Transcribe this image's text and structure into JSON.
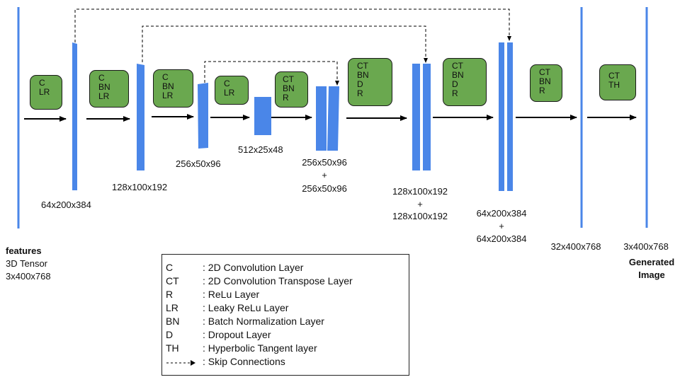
{
  "input": {
    "title": "features",
    "line2": "3D Tensor",
    "line3": "3x400x768"
  },
  "output": {
    "dim": "3x400x768",
    "line1": "Generated",
    "line2": "Image"
  },
  "blocks": [
    {
      "text": "C\nLR"
    },
    {
      "text": "C\nBN\nLR"
    },
    {
      "text": "C\nBN\nLR"
    },
    {
      "text": "C\nLR"
    },
    {
      "text": "CT\nBN\nR"
    },
    {
      "text": "CT\nBN\nD\nR"
    },
    {
      "text": "CT\nBN\nD\nR"
    },
    {
      "text": "CT\nBN\nR"
    },
    {
      "text": "CT\nTH"
    }
  ],
  "dims": {
    "d1": "64x200x384",
    "d2": "128x100x192",
    "d3": "256x50x96",
    "d4": "512x25x48",
    "d5a": "256x50x96",
    "d5b": "+",
    "d5c": "256x50x96",
    "d6a": "128x100x192",
    "d6b": "+",
    "d6c": "128x100x192",
    "d7a": "64x200x384",
    "d7b": "+",
    "d7c": "64x200x384",
    "d8": "32x400x768"
  },
  "legend": [
    {
      "abbr": "C",
      "desc": ": 2D Convolution Layer"
    },
    {
      "abbr": "CT",
      "desc": ": 2D Convolution Transpose Layer"
    },
    {
      "abbr": "R",
      "desc": ": ReLu Layer"
    },
    {
      "abbr": "LR",
      "desc": ": Leaky ReLu Layer"
    },
    {
      "abbr": "BN",
      "desc": ": Batch Normalization Layer"
    },
    {
      "abbr": "D",
      "desc": ": Dropout Layer"
    },
    {
      "abbr": "TH",
      "desc": ": Hyperbolic Tangent layer"
    },
    {
      "abbr": "",
      "desc": ": Skip Connections"
    }
  ],
  "colors": {
    "layer": "#4a86e8",
    "block": "#6aa84f",
    "arrow": "#000000"
  }
}
